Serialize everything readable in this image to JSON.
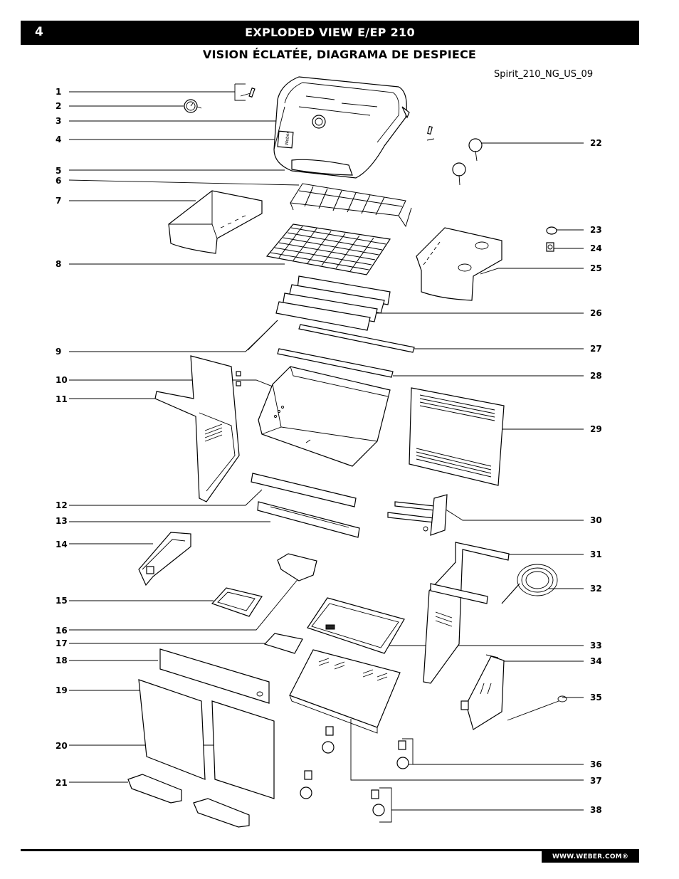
{
  "header": {
    "page_number": "4",
    "title": "EXPLODED VIEW E/EP 210",
    "subtitle": "VISION ÉCLATÉE, DIAGRAMA DE DESPIECE"
  },
  "model_code": "Spirit_210_NG_US_09",
  "callouts_left": [
    "1",
    "2",
    "3",
    "4",
    "5",
    "6",
    "7",
    "8",
    "9",
    "10",
    "11",
    "12",
    "13",
    "14",
    "15",
    "16",
    "17",
    "18",
    "19",
    "20",
    "21"
  ],
  "callouts_right": [
    "22",
    "23",
    "24",
    "25",
    "26",
    "27",
    "28",
    "29",
    "30",
    "31",
    "32",
    "33",
    "34",
    "35",
    "36",
    "37",
    "38"
  ],
  "logo_text": "Weber",
  "footer": {
    "url": "WWW.WEBER.COM®"
  }
}
